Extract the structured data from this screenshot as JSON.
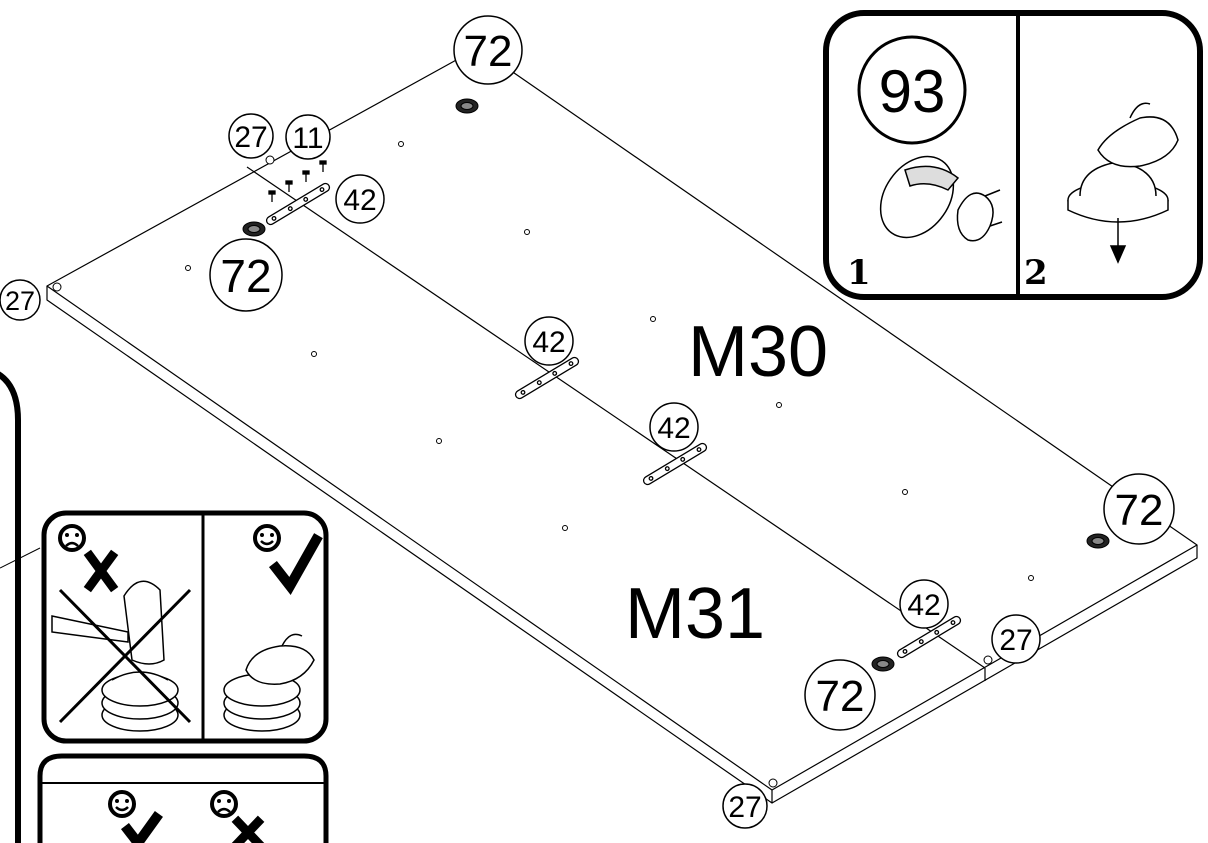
{
  "panels": {
    "top_label": "M30",
    "bottom_label": "M31"
  },
  "callouts": {
    "c72_top": "72",
    "c27_topleft": "27",
    "c11": "11",
    "c42_top": "42",
    "c72_left": "72",
    "c27_left": "27",
    "c42_mid1": "42",
    "c42_mid2": "42",
    "c72_right": "72",
    "c42_bottom": "42",
    "c27_right": "27",
    "c72_bottom": "72",
    "c27_bottom": "27"
  },
  "inset_right": {
    "part_number": "93",
    "step1": "1",
    "step2": "2"
  },
  "icons": [
    "sad-face-icon",
    "happy-face-icon",
    "cross-icon",
    "checkmark-icon",
    "hammer-icon",
    "finger-press-icon",
    "glide-pad-icon"
  ]
}
